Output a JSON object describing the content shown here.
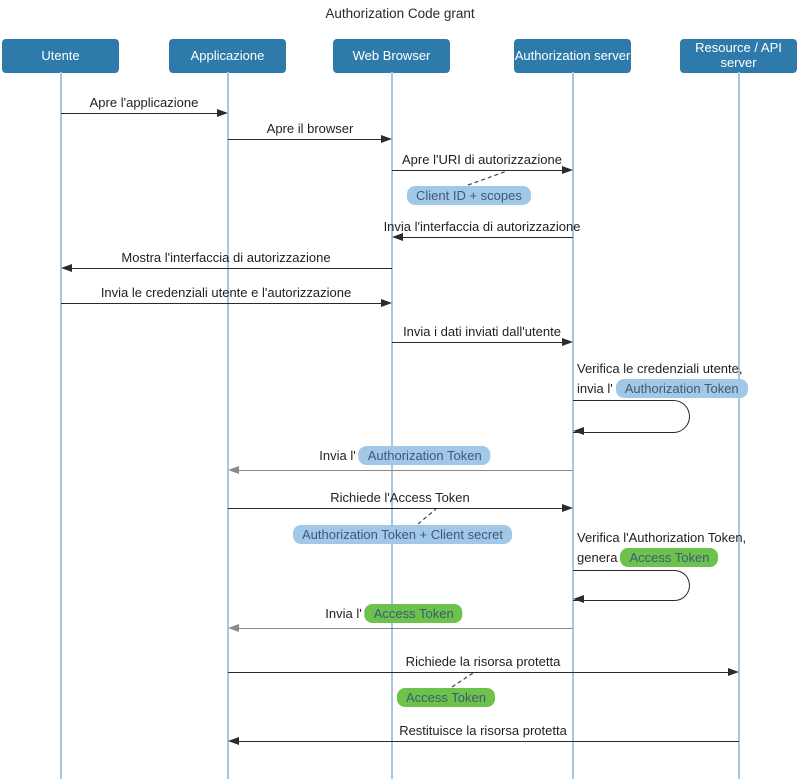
{
  "title": "Authorization Code grant",
  "colors": {
    "actor_fill": "#2e7bab",
    "actor_text": "#ffffff",
    "lifeline": "#a9c6dd",
    "arrow": "#2b2b2b",
    "arrow_muted": "#8a8a8a",
    "note_blue_bg": "#a2c8e8",
    "note_green_bg": "#6cc24a",
    "note_text": "#3d5a76"
  },
  "actors": [
    {
      "label": "Utente"
    },
    {
      "label": "Applicazione"
    },
    {
      "label": "Web Browser"
    },
    {
      "label": "Authorization server"
    },
    {
      "label": "Resource / API server"
    }
  ],
  "messages": [
    {
      "text": "Apre l'applicazione"
    },
    {
      "text": "Apre il browser"
    },
    {
      "text": "Apre l'URI di autorizzazione"
    },
    {
      "text": "Invia l'interfaccia di autorizzazione"
    },
    {
      "text": "Mostra l'interfaccia di autorizzazione"
    },
    {
      "text": "Invia le credenziali utente e l'autorizzazione"
    },
    {
      "text": "Invia i dati inviati dall'utente"
    },
    {
      "prefix": "Invia l'",
      "token": "Authorization Token"
    },
    {
      "text": "Richiede l'Access Token"
    },
    {
      "prefix": "Invia l'",
      "token": "Access Token"
    },
    {
      "text": "Richiede la risorsa protetta"
    },
    {
      "text": "Restituisce la risorsa protetta"
    }
  ],
  "self_messages": [
    {
      "line1": "Verifica le credenziali utente,",
      "prefix": "invia l'",
      "token": "Authorization Token"
    },
    {
      "line1": "Verifica l'Authorization Token,",
      "prefix": "genera ",
      "token": "Access Token"
    }
  ],
  "notes": [
    {
      "text": "Client ID + scopes"
    },
    {
      "text": "Authorization Token + Client secret"
    },
    {
      "text": "Access Token"
    }
  ]
}
